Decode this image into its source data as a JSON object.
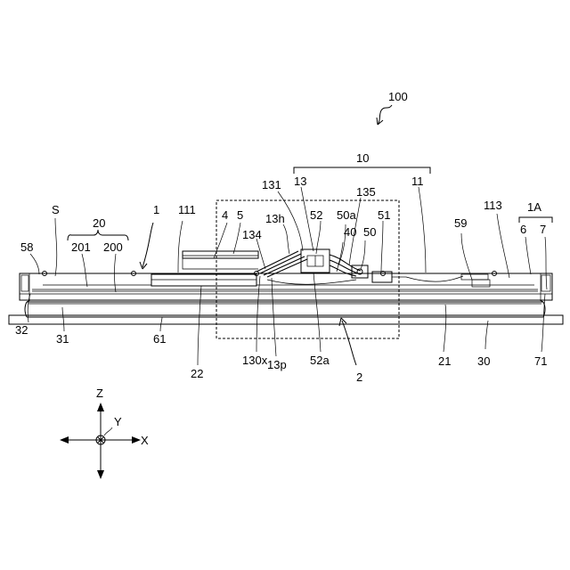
{
  "labels": {
    "l100": "100",
    "l10": "10",
    "l13": "13",
    "l131": "131",
    "l11": "11",
    "l135": "135",
    "l113": "113",
    "l1A": "1A",
    "lS": "S",
    "l20": "20",
    "l1": "1",
    "l111": "111",
    "l4": "4",
    "l5": "5",
    "l13h": "13h",
    "l52": "52",
    "l50a": "50a",
    "l51": "51",
    "l40": "40",
    "l50": "50",
    "l59": "59",
    "l6": "6",
    "l7": "7",
    "l58": "58",
    "l201": "201",
    "l200": "200",
    "l134": "134",
    "l32": "32",
    "l31": "31",
    "l61": "61",
    "l22": "22",
    "l130x": "130x",
    "l13p": "13p",
    "l52a": "52a",
    "l2": "2",
    "l21": "21",
    "l30": "30",
    "l71": "71"
  },
  "axes": {
    "z": "Z",
    "y": "Y",
    "x": "X"
  }
}
